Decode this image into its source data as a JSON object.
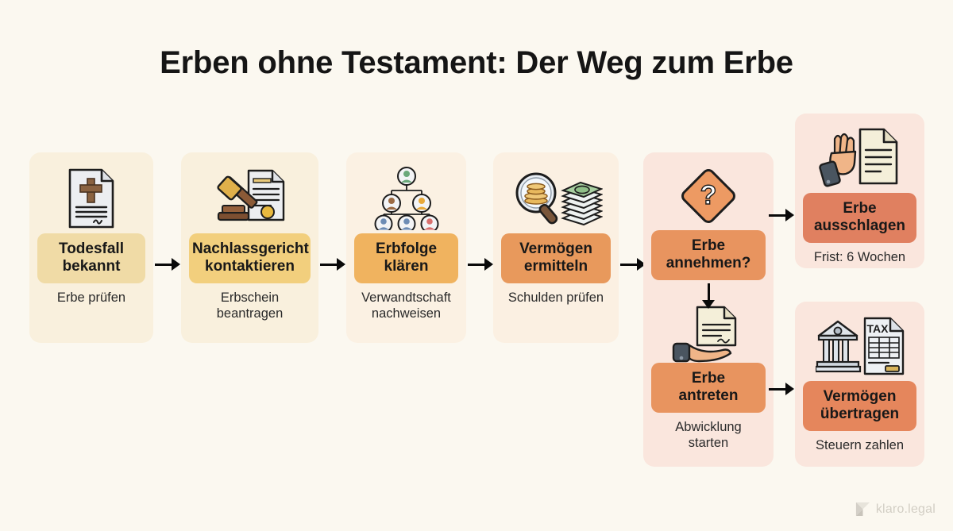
{
  "title": "Erben ohne Testament: Der Weg zum Erbe",
  "colors": {
    "page_background": "#fbf8f0",
    "band_1": "#f0dba6",
    "band_2": "#f2cf7d",
    "band_3": "#f0b35f",
    "band_4": "#e8995c",
    "band_5": "#e8945f",
    "band_6": "#e08060",
    "band_7": "#e5865c",
    "card_tint_warm": "#f9f0dd",
    "card_tint_pink": "#fae6dd",
    "arrow": "#0a0a0a",
    "title_text": "#151515"
  },
  "steps": [
    {
      "id": "todesfall",
      "icon": "death-certificate-icon",
      "label": "Todesfall\nbekannt",
      "label_line1": "Todesfall",
      "label_line2": "bekannt",
      "subtitle": "Erbe prüfen",
      "subtitle_line1": "Erbe prüfen",
      "subtitle_line2": ""
    },
    {
      "id": "nachlassgericht",
      "icon": "gavel-certificate-icon",
      "label_line1": "Nachlassgericht",
      "label_line2": "kontaktieren",
      "subtitle_line1": "Erbschein",
      "subtitle_line2": "beantragen"
    },
    {
      "id": "erbfolge",
      "icon": "family-tree-icon",
      "label_line1": "Erbfolge",
      "label_line2": "klären",
      "subtitle_line1": "Verwandtschaft",
      "subtitle_line2": "nachweisen"
    },
    {
      "id": "vermoegen-ermitteln",
      "icon": "magnifier-coins-banknotes-icon",
      "label_line1": "Vermögen",
      "label_line2": "ermitteln",
      "subtitle_line1": "Schulden prüfen",
      "subtitle_line2": ""
    },
    {
      "id": "erbe-annehmen",
      "icon": "question-diamond-icon",
      "label_line1": "Erbe",
      "label_line2": "annehmen?",
      "icon_2": "hand-holding-document-icon",
      "label2_line1": "Erbe",
      "label2_line2": "antreten",
      "subtitle_line1": "Abwicklung",
      "subtitle_line2": "starten"
    },
    {
      "id": "erbe-ausschlagen",
      "icon": "stop-hand-document-icon",
      "label_line1": "Erbe",
      "label_line2": "ausschlagen",
      "subtitle_line1": "Frist: 6 Wochen",
      "subtitle_line2": ""
    },
    {
      "id": "vermoegen-uebertragen",
      "icon": "bank-tax-form-icon",
      "label_line1": "Vermögen",
      "label_line2": "übertragen",
      "subtitle_line1": "Steuern zahlen",
      "subtitle_line2": ""
    }
  ],
  "watermark": {
    "text": "klaro.legal",
    "mark": "klaro-triangle-logo"
  }
}
